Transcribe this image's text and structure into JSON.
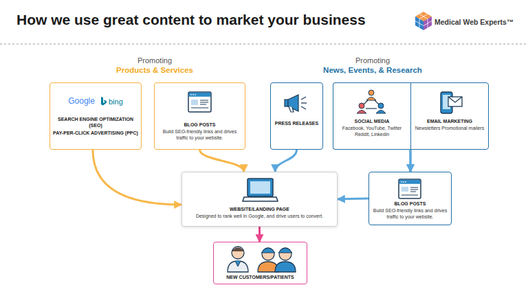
{
  "diagram": {
    "title": "How we use great content to market your business",
    "nodes": [
      {
        "text": [
          "Google",
          "bing",
          "SEARCH ENGINE OPTIMIZATION (SEO)",
          "PAY-PER-CLICK ADVERTISING (PPC)"
        ]
      },
      {
        "text": [
          "BLOG POSTS",
          "Build SEO-friendly links and drives traffic to your website."
        ]
      },
      {
        "text": [
          "PRESS RELEASES"
        ]
      },
      {
        "text": [
          "SOCIAL MEDIA",
          "Facebook, YouTube, Twitter Reddit, Linkedin"
        ]
      },
      {
        "text": [
          "EMAIL MARKETING",
          "Newsletters Promotional mailers"
        ]
      },
      {
        "text": [
          "WEBSITE/LANDING PAGE",
          "Designed to rank well in Google, and drive users to convert."
        ]
      },
      {
        "text": [
          "BLOG POSTS",
          "Build SEO-friendly links and drives traffic to your website."
        ]
      },
      {
        "text": [
          "NEW CUSTOMERS/PATIENTS"
        ]
      }
    ],
    "edges": [
      {
        "from": 0,
        "to": 5,
        "arrow": "to"
      },
      {
        "from": 1,
        "to": 5,
        "arrow": "to"
      },
      {
        "from": 2,
        "to": 5,
        "arrow": "to"
      },
      {
        "from": 3,
        "to": 6,
        "arrow": "to"
      },
      {
        "from": 4,
        "to": 6,
        "arrow": "to"
      },
      {
        "from": 6,
        "to": 5,
        "arrow": "to"
      },
      {
        "from": 5,
        "to": 7,
        "arrow": "to"
      }
    ],
    "labels": [
      "Medical Web Experts™",
      "Promoting",
      "Products & Services",
      "Promoting",
      "News, Events, & Research"
    ]
  }
}
